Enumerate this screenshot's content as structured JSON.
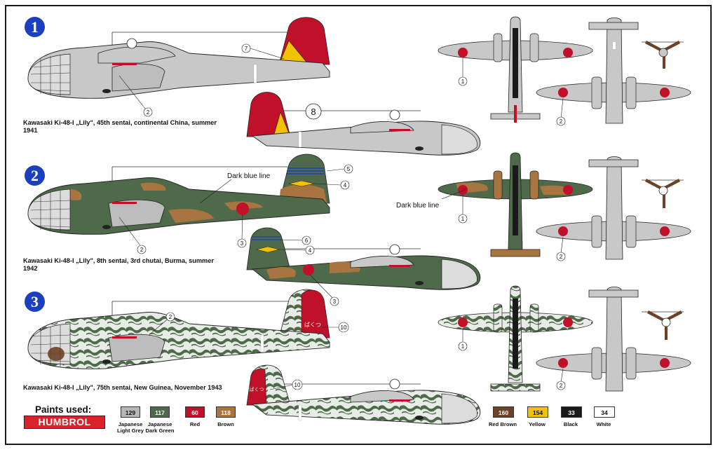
{
  "variants": [
    {
      "number": "1",
      "caption_line1": "Kawasaki Ki-48-I „Lily\", 45th sentai, continental China, summer",
      "caption_line2": "1941"
    },
    {
      "number": "2",
      "caption_line1": "Kawasaki Ki-48-I „Lily\", 8th  sentai,  3rd chutai, Burma, summer",
      "caption_line2": "1942"
    },
    {
      "number": "3",
      "caption_line1": "Kawasaki Ki-48-I „Lily\", 75th sentai, New Guinea, November 1943",
      "caption_line2": ""
    }
  ],
  "callouts": {
    "c2": "2",
    "c3": "3",
    "c4": "4",
    "c5": "5",
    "c6": "6",
    "c7": "7",
    "c8": "8",
    "c10": "10",
    "c1": "1",
    "dark_blue_line": "Dark blue line",
    "tail_code_3": "ばくつ"
  },
  "paints": {
    "title": "Paints used:",
    "brand": "HUMBROL",
    "items": [
      {
        "code": "129",
        "name_line1": "Japanese",
        "name_line2": "Light Grey",
        "color": "#b7b7b7",
        "text_color": "#111111"
      },
      {
        "code": "117",
        "name_line1": "Japanese",
        "name_line2": "Dark Green",
        "color": "#4e6a4a",
        "text_color": "#ffffff"
      },
      {
        "code": "60",
        "name_line1": "Red",
        "name_line2": "",
        "color": "#c0102a",
        "text_color": "#ffffff"
      },
      {
        "code": "118",
        "name_line1": "Brown",
        "name_line2": "",
        "color": "#a87440",
        "text_color": "#ffffff"
      },
      {
        "code": "160",
        "name_line1": "Red Brown",
        "name_line2": "",
        "color": "#6b4226",
        "text_color": "#ffffff"
      },
      {
        "code": "154",
        "name_line1": "Yellow",
        "name_line2": "",
        "color": "#f2c200",
        "text_color": "#111111"
      },
      {
        "code": "33",
        "name_line1": "Black",
        "name_line2": "",
        "color": "#1a1a1a",
        "text_color": "#ffffff"
      },
      {
        "code": "34",
        "name_line1": "White",
        "name_line2": "",
        "color": "#ffffff",
        "text_color": "#111111"
      }
    ]
  },
  "colors": {
    "grey": "#c8c8c8",
    "dark_green": "#4e6a4a",
    "brown": "#a87440",
    "red": "#c0102a",
    "yellow": "#f2c200",
    "blue": "#1a3fbf"
  }
}
